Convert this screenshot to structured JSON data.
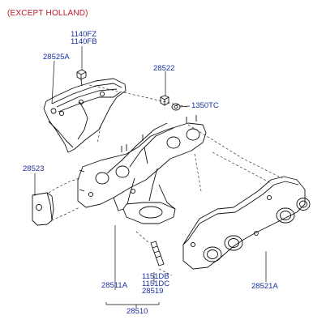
{
  "header": {
    "title": "(EXCEPT HOLLAND)"
  },
  "labels": {
    "bolt_1140fz": "1140FZ",
    "bolt_1140fb": "1140FB",
    "heat_protector_upper": "28525A",
    "nut_28522": "28522",
    "washer_1350tc": "1350TC",
    "bracket_28523": "28523",
    "manifold_28511a": "28511A",
    "stud_1151db": "1151DB",
    "stud_1151dc": "1151DC",
    "stud_28519": "28519",
    "gasket_28521a": "28521A",
    "assembly_28510": "28510"
  },
  "colors": {
    "line": "#111111",
    "label": "#1a2fa0",
    "title": "#c0162c"
  }
}
